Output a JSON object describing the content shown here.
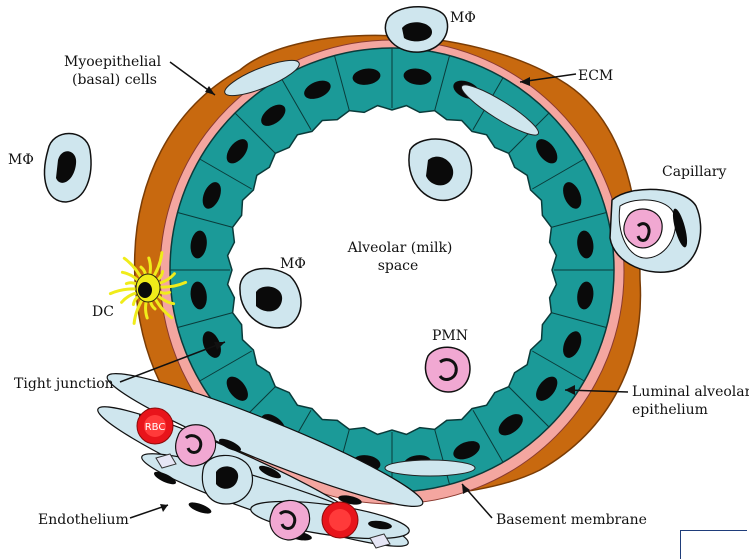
{
  "colors": {
    "ecm": "#c8690f",
    "ecm_edge": "#7a3c05",
    "myoepithelial": "#f4a6a0",
    "epithelium": "#1b9a98",
    "nucleus": "#0a0a0a",
    "macrophage": "#cfe6ee",
    "pmn": "#f1a8d2",
    "dc": "#f0ec1a",
    "rbc": "#e8141b",
    "endothelium": "#cfe6ee"
  },
  "labels": {
    "mf_top": "MΦ",
    "ecm": "ECM",
    "myo1": "Myoepithelial",
    "myo2": "(basal) cells",
    "mf_left": "MΦ",
    "capillary": "Capillary",
    "alv1": "Alveolar (milk)",
    "alv2": "space",
    "mf_center": "MΦ",
    "dc": "DC",
    "pmn": "PMN",
    "tight": "Tight junction",
    "lum1": "Luminal alveolar",
    "lum2": "epithelium",
    "rbc": "RBC",
    "endo": "Endothelium",
    "basement": "Basement membrane"
  },
  "icons": [
    "macrophage-cell",
    "neutrophil-cell",
    "dendritic-cell",
    "red-blood-cell",
    "endothelial-cell"
  ]
}
